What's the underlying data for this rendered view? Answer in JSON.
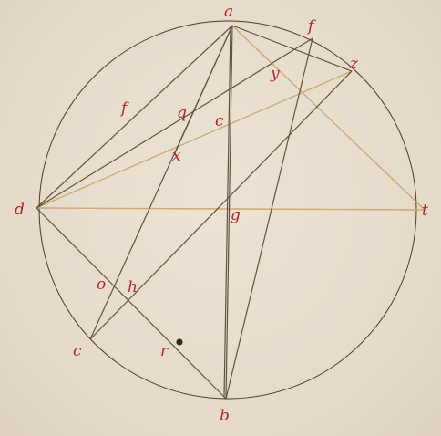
{
  "diagram": {
    "title": "",
    "colors": {
      "ink": "#3d3020",
      "label": "#b1252a",
      "faint": "#c8a77a"
    },
    "labels": {
      "a": "a",
      "b": "b",
      "c": "c",
      "d": "d",
      "f_top": "f",
      "z": "z",
      "t": "t",
      "g": "g",
      "f_left": "f",
      "q": "q",
      "c_mid": "c",
      "y": "y",
      "x": "x",
      "o": "o",
      "h": "h",
      "r": "r"
    }
  }
}
